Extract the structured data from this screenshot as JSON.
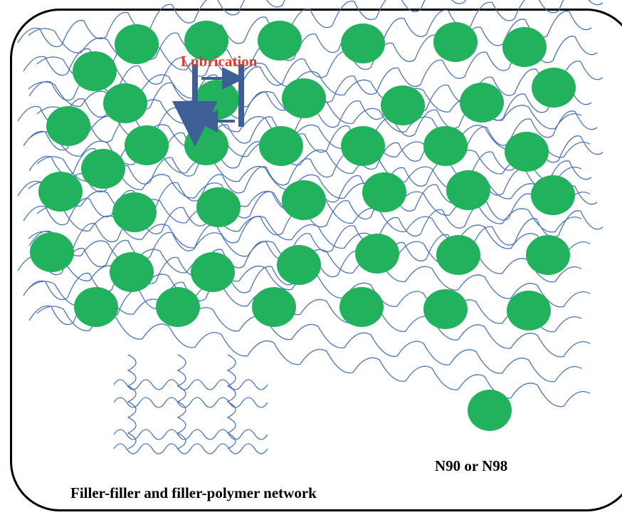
{
  "figure": {
    "lubrication_label": "Lubrication",
    "legend_label": "N90 or N98",
    "caption": "Filler-filler and filler-polymer network"
  },
  "colors": {
    "particle": "#22b25e",
    "polymer_chain": "#4a74b8",
    "arrow": "#3d5f96",
    "lubrication_text": "#e8382b",
    "frame": "#000000"
  },
  "legend": {
    "particle_icon": "filler-particle-icon",
    "polymer_icon": "polymer-network-icon"
  }
}
